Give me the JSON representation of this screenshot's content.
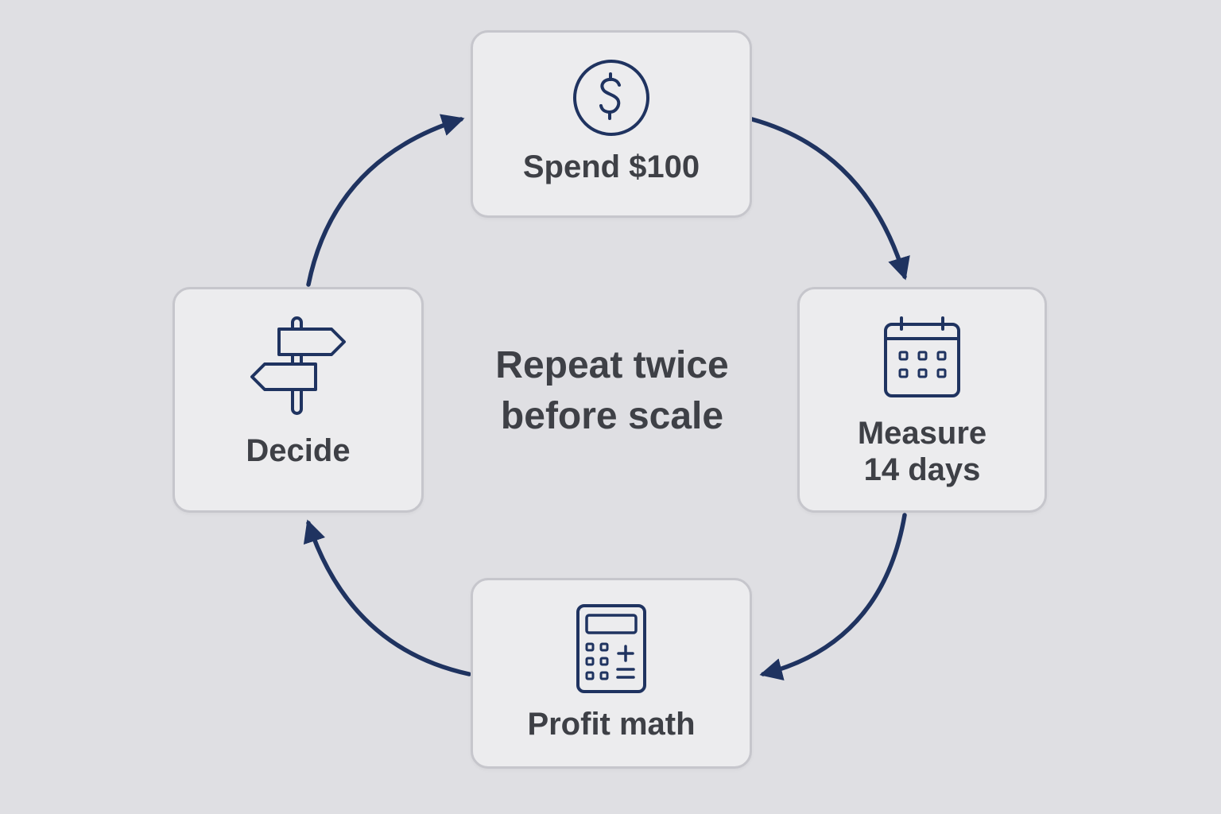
{
  "colors": {
    "background": "#dfdfe3",
    "card_fill": "#ececee",
    "card_border": "#c6c6cc",
    "arrow": "#1f3360",
    "icon": "#1f3360",
    "text": "#3e4046"
  },
  "center_note": {
    "line1": "Repeat twice",
    "line2": "before scale"
  },
  "steps": [
    {
      "label": "Spend $100",
      "icon": "dollar-circle-icon"
    },
    {
      "label": "Measure\n14 days",
      "icon": "calendar-icon"
    },
    {
      "label": "Profit math",
      "icon": "calculator-icon"
    },
    {
      "label": "Decide",
      "icon": "signpost-icon"
    }
  ]
}
